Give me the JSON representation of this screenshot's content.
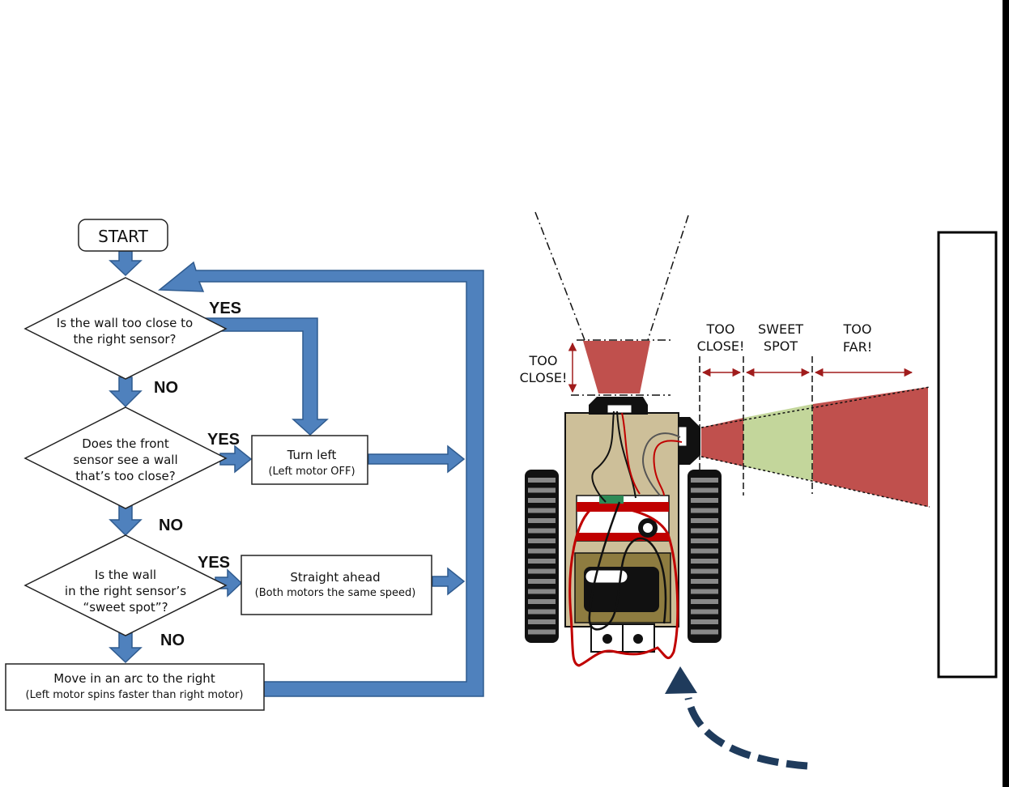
{
  "flowchart": {
    "start": "START",
    "decision1": [
      "Is the wall too close to",
      "the right sensor?"
    ],
    "decision2": [
      "Does the front",
      "sensor see a wall",
      "that’s too close?"
    ],
    "decision3": [
      "Is the wall",
      "in the right sensor’s",
      "“sweet spot”?"
    ],
    "action_turn": [
      "Turn left",
      "(Left motor OFF)"
    ],
    "action_straight": [
      "Straight ahead",
      "(Both motors the same speed)"
    ],
    "action_arc": [
      "Move in an arc to the right",
      "(Left motor spins faster than right motor)"
    ],
    "yes_label": "YES",
    "no_label": "NO",
    "colors": {
      "arrow": "#4f81bd",
      "arrow_stroke": "#2f5b8f"
    }
  },
  "robot": {
    "front_zone": [
      "TOO",
      "CLOSE!"
    ],
    "side_zones": [
      {
        "label": [
          "TOO",
          "CLOSE!"
        ],
        "color": "#c0504d"
      },
      {
        "label": [
          "SWEET",
          "SPOT"
        ],
        "color": "#c3d69b"
      },
      {
        "label": [
          "TOO",
          "FAR!"
        ],
        "color": "#c0504d"
      }
    ],
    "colors": {
      "dimension": "#a01c1c",
      "path_arrow": "#1f3b5c",
      "chassis": "#cdbf99"
    }
  }
}
